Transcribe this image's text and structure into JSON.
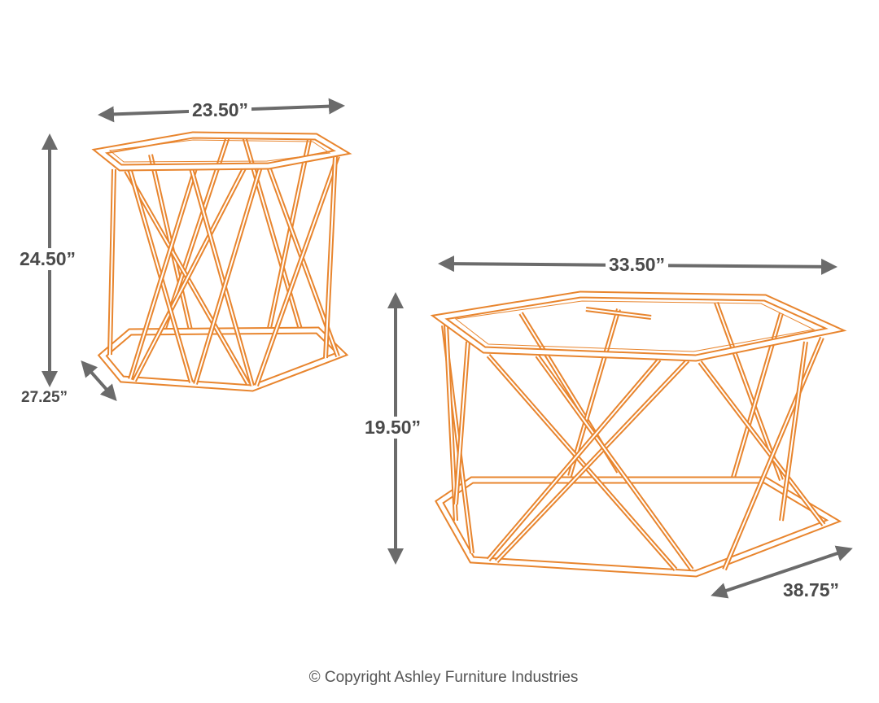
{
  "colors": {
    "frame": "#e8852e",
    "dimension": "#6b6b6b",
    "label": "#4a4a4a"
  },
  "end_table": {
    "width": "23.50”",
    "height": "24.50”",
    "depth": "27.25”"
  },
  "cocktail_table": {
    "width": "33.50”",
    "height": "19.50”",
    "depth": "38.75”"
  },
  "copyright": "© Copyright Ashley Furniture Industries"
}
